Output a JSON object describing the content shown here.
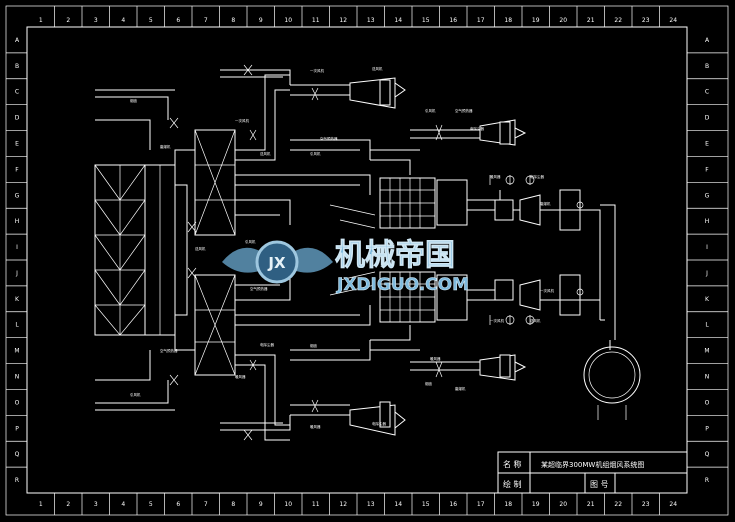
{
  "drawing": {
    "col_labels": [
      "1",
      "2",
      "3",
      "4",
      "5",
      "6",
      "7",
      "8",
      "9",
      "10",
      "11",
      "12",
      "13",
      "14",
      "15",
      "16",
      "17",
      "18",
      "19",
      "20",
      "21",
      "22",
      "23",
      "24"
    ],
    "row_labels": [
      "A",
      "B",
      "C",
      "D",
      "E",
      "F",
      "G",
      "H",
      "I",
      "J",
      "K",
      "L",
      "M",
      "N",
      "O",
      "P",
      "Q",
      "R"
    ]
  },
  "title_block": {
    "name_label": "名 称",
    "name_value": "某超临界300MW机组烟风系统图",
    "drawn_label": "绘 制",
    "drawn_value": "",
    "drawing_no_label": "图 号",
    "drawing_no_value": ""
  },
  "watermark": {
    "logo_text": "JX",
    "cn_text": "机械帝国",
    "en_text": "JXDIGUO.COM"
  },
  "annotations": [
    "一次风机",
    "送风机",
    "引风机",
    "空气预热器",
    "暖风器",
    "电除尘器",
    "烟囱",
    "磨煤机"
  ]
}
